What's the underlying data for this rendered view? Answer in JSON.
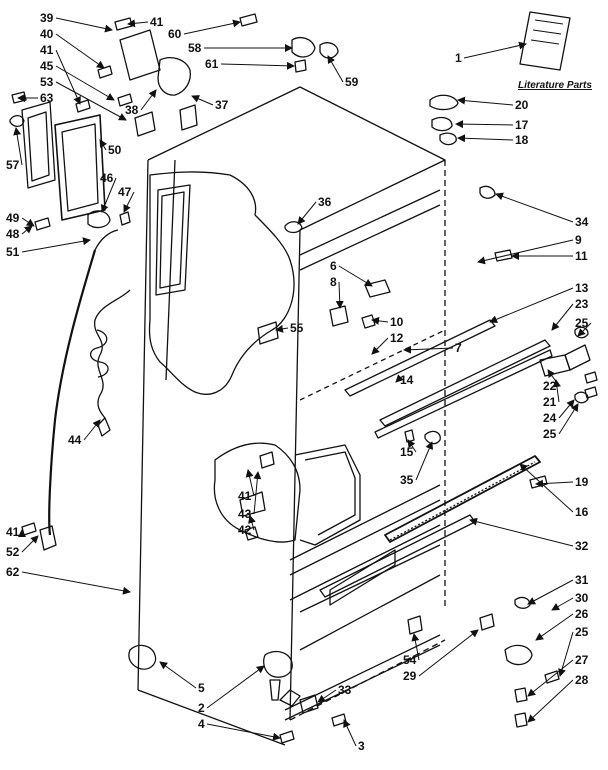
{
  "diagram": {
    "caption": "Literature Parts",
    "callouts": [
      {
        "id": "c39",
        "text": "39"
      },
      {
        "id": "c41a",
        "text": "41"
      },
      {
        "id": "c60",
        "text": "60"
      },
      {
        "id": "c40",
        "text": "40"
      },
      {
        "id": "c41b",
        "text": "41"
      },
      {
        "id": "c45",
        "text": "45"
      },
      {
        "id": "c53",
        "text": "53"
      },
      {
        "id": "c63",
        "text": "63"
      },
      {
        "id": "c58",
        "text": "58"
      },
      {
        "id": "c61",
        "text": "61"
      },
      {
        "id": "c59",
        "text": "59"
      },
      {
        "id": "c38",
        "text": "38"
      },
      {
        "id": "c37",
        "text": "37"
      },
      {
        "id": "c1",
        "text": "1"
      },
      {
        "id": "c20",
        "text": "20"
      },
      {
        "id": "c17",
        "text": "17"
      },
      {
        "id": "c18",
        "text": "18"
      },
      {
        "id": "c57",
        "text": "57"
      },
      {
        "id": "c50",
        "text": "50"
      },
      {
        "id": "c46",
        "text": "46"
      },
      {
        "id": "c47",
        "text": "47"
      },
      {
        "id": "c36",
        "text": "36"
      },
      {
        "id": "c34",
        "text": "34"
      },
      {
        "id": "c49",
        "text": "49"
      },
      {
        "id": "c48",
        "text": "48"
      },
      {
        "id": "c51",
        "text": "51"
      },
      {
        "id": "c9",
        "text": "9"
      },
      {
        "id": "c11",
        "text": "11"
      },
      {
        "id": "c6",
        "text": "6"
      },
      {
        "id": "c8",
        "text": "8"
      },
      {
        "id": "c13",
        "text": "13"
      },
      {
        "id": "c23",
        "text": "23"
      },
      {
        "id": "c25a",
        "text": "25"
      },
      {
        "id": "c10",
        "text": "10"
      },
      {
        "id": "c12",
        "text": "12"
      },
      {
        "id": "c7",
        "text": "7"
      },
      {
        "id": "c55",
        "text": "55"
      },
      {
        "id": "c14",
        "text": "14"
      },
      {
        "id": "c22",
        "text": "22"
      },
      {
        "id": "c21",
        "text": "21"
      },
      {
        "id": "c24",
        "text": "24"
      },
      {
        "id": "c25b",
        "text": "25"
      },
      {
        "id": "c44",
        "text": "44"
      },
      {
        "id": "c15",
        "text": "15"
      },
      {
        "id": "c35",
        "text": "35"
      },
      {
        "id": "c19",
        "text": "19"
      },
      {
        "id": "c41c",
        "text": "41"
      },
      {
        "id": "c43",
        "text": "43"
      },
      {
        "id": "c16",
        "text": "16"
      },
      {
        "id": "c42",
        "text": "42"
      },
      {
        "id": "c32",
        "text": "32"
      },
      {
        "id": "c41d",
        "text": "41"
      },
      {
        "id": "c52",
        "text": "52"
      },
      {
        "id": "c62",
        "text": "62"
      },
      {
        "id": "c31",
        "text": "31"
      },
      {
        "id": "c30",
        "text": "30"
      },
      {
        "id": "c26",
        "text": "26"
      },
      {
        "id": "c25c",
        "text": "25"
      },
      {
        "id": "c54",
        "text": "54"
      },
      {
        "id": "c29",
        "text": "29"
      },
      {
        "id": "c5",
        "text": "5"
      },
      {
        "id": "c27",
        "text": "27"
      },
      {
        "id": "c2",
        "text": "2"
      },
      {
        "id": "c28",
        "text": "28"
      },
      {
        "id": "c33",
        "text": "33"
      },
      {
        "id": "c4",
        "text": "4"
      },
      {
        "id": "c3",
        "text": "3"
      }
    ]
  }
}
